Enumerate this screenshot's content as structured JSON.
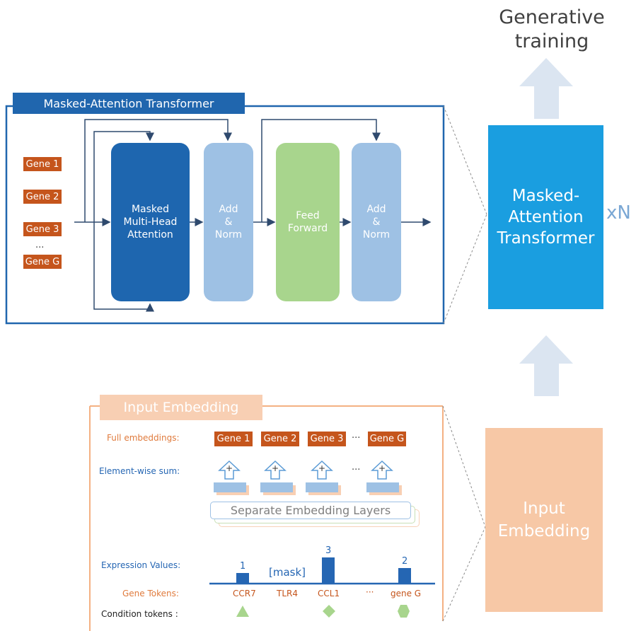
{
  "top": {
    "generative_training": "Generative\ntraining"
  },
  "mat": {
    "header": "Masked-Attention Transformer",
    "genes": [
      "Gene 1",
      "Gene 2",
      "Gene 3",
      "Gene G"
    ],
    "ellipsis": "...",
    "blocks": {
      "mha": "Masked\nMulti-Head\nAttention",
      "add_norm_1": "Add\n&\nNorm",
      "feed_forward": "Feed\nForward",
      "add_norm_2": "Add\n&\nNorm"
    }
  },
  "right": {
    "mat_block": "Masked-\nAttention\nTransformer",
    "multiplier": "xN",
    "ie_block": "Input\nEmbedding"
  },
  "input_embedding": {
    "header": "Input Embedding",
    "full_embeddings_label": "Full embeddings:",
    "full_genes": [
      "Gene 1",
      "Gene 2",
      "Gene 3",
      "Gene G"
    ],
    "ellipsis": "···",
    "element_wise_label": "Element-wise sum:",
    "plus": "+",
    "separate_layers": "Separate Embedding Layers",
    "expression_label": "Expression Values:",
    "gene_tokens_label": "Gene Tokens:",
    "condition_label": "Condition tokens :",
    "expression_values": [
      "1",
      "[mask]",
      "3",
      "2"
    ],
    "gene_tokens": [
      "CCR7",
      "TLR4",
      "CCL1",
      "gene G"
    ]
  },
  "colors": {
    "gene_tag": "#c5551c",
    "mha": "#1e66af",
    "add_norm": "#9ec1e4",
    "feed_forward": "#a8d58d",
    "transformer_big": "#1a9ee0",
    "embedding_big": "#f7c8a6",
    "arrow_light": "#dbe5f1"
  }
}
